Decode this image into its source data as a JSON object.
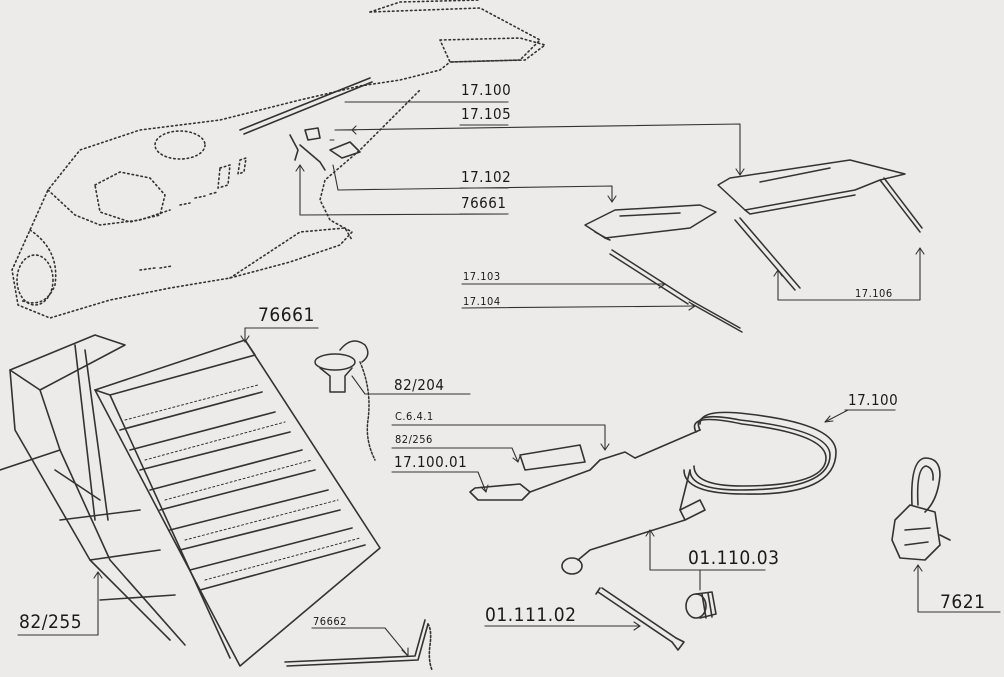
{
  "labels": {
    "l_17100_top": "17.100",
    "l_17105": "17.105",
    "l_17102": "17.102",
    "l_76661_top": "76661",
    "l_17103": "17.103",
    "l_17104": "17.104",
    "l_17106": "17.106",
    "l_76661_ladder": "76661",
    "l_82204": "82/204",
    "l_c641": "C.6.4.1",
    "l_82256": "82/256",
    "l_1710001": "17.100.01",
    "l_17100_cable": "17.100",
    "l_0111003": "01.110.03",
    "l_7621": "7621",
    "l_0111102": "01.111.02",
    "l_82255": "82/255",
    "l_76662": "76662"
  },
  "colors": {
    "paper": "#ecebe9",
    "ink": "#1a1a1a",
    "dotted": "#444444"
  }
}
